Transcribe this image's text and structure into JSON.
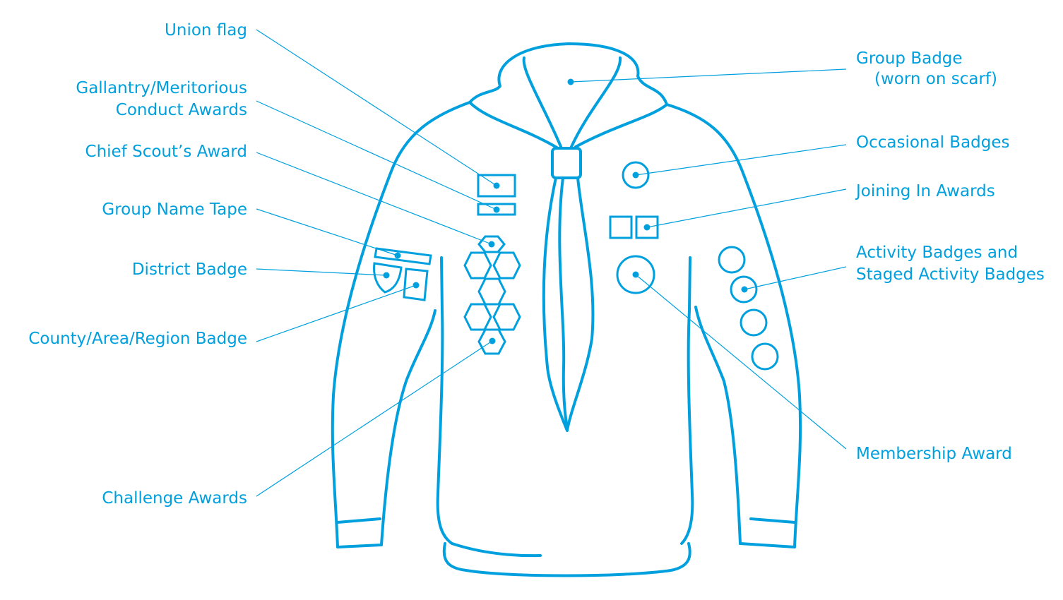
{
  "title": "Scout uniform badge placement",
  "accent_color": "#00a0de",
  "labels_left": [
    {
      "lines": [
        "Union flag"
      ]
    },
    {
      "lines": [
        "Gallantry/Meritorious",
        "Conduct Awards"
      ]
    },
    {
      "lines": [
        "Chief Scout’s Award"
      ]
    },
    {
      "lines": [
        "Group Name Tape"
      ]
    },
    {
      "lines": [
        "District Badge"
      ]
    },
    {
      "lines": [
        "County/Area/Region Badge"
      ]
    },
    {
      "lines": [
        "Challenge Awards"
      ]
    }
  ],
  "labels_right": [
    {
      "lines": [
        "Group Badge",
        "(worn on scarf)"
      ]
    },
    {
      "lines": [
        "Occasional Badges"
      ]
    },
    {
      "lines": [
        "Joining In Awards"
      ]
    },
    {
      "lines": [
        "Activity Badges and",
        "Staged Activity Badges"
      ]
    },
    {
      "lines": [
        "Membership Award"
      ]
    }
  ]
}
